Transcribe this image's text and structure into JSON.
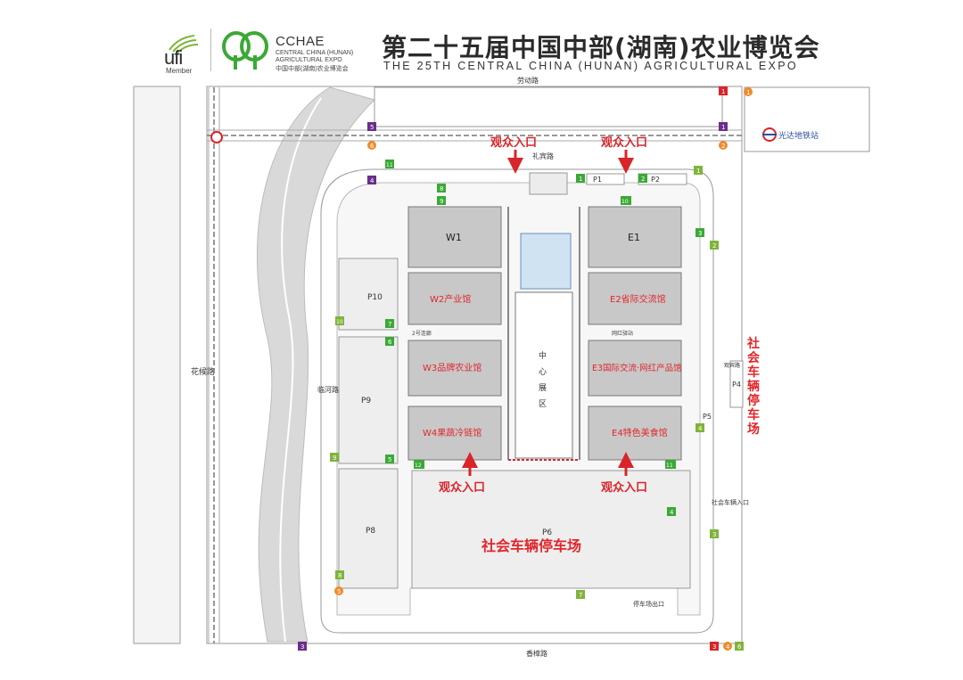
{
  "header": {
    "ufi_logo": "ufi",
    "ufi_member": "Member",
    "organizer_abbr": "CCHAE",
    "organizer_en_line1": "CENTRAL CHINA (HUNAN)",
    "organizer_en_line2": "AGRICULTURAL EXPO",
    "organizer_cn": "中国中部(湖南)农业博览会",
    "title_cn": "第二十五届中国中部(湖南)农业博览会",
    "title_en": "THE 25TH CENTRAL CHINA (HUNAN) AGRICULTURAL EXPO"
  },
  "colors": {
    "road": "#ebebeb",
    "road_border": "#b8b8b8",
    "hall": "#c8c8c8",
    "hall_label_red": "#e2262b",
    "gate_green": "#3aa935",
    "gate_purple": "#6b2d8a",
    "gate_red": "#d9242a",
    "gate_orange": "#ef8a2a",
    "river": "#e0e0e0",
    "parking": "#eeeeee"
  },
  "roads": {
    "laodong": "劳动路",
    "libin": "礼宾路",
    "huahou": "花候路",
    "linhe": "临河路",
    "xiangzhang": "香樟路",
    "guanbin": "观宾路",
    "shehui_entrance": "社会车辆入口",
    "parking_exit": "停车场出口"
  },
  "halls": {
    "w1": "W1",
    "w2": "W2产业馆",
    "w3": "W3品牌农业馆",
    "w4": "W4果蔬冷链馆",
    "e1": "E1",
    "e2": "E2省际交流馆",
    "e3": "E3国际交流·网红产品馆",
    "e4": "E4特色美食馆",
    "center": "中心展区"
  },
  "labels": {
    "visitor_entrance": "观众入口",
    "public_parking": "社会车辆停车场",
    "public_parking_vertical": "社会车辆停车场",
    "metro": "光达地铁站",
    "p6": "P6",
    "p8": "P8",
    "p9": "P9",
    "p10": "P10",
    "p1": "P1",
    "p2": "P2",
    "p4": "P4",
    "p5": "P5",
    "w2_corridor": "2号连廊",
    "e_corridor": "网红驿站"
  },
  "gates": {
    "g1": "1",
    "g2": "2",
    "g3": "3",
    "g4": "4",
    "g5": "5",
    "g6": "6",
    "g7": "7",
    "g8": "8",
    "g9": "9",
    "g10": "10",
    "g11": "11",
    "g12": "12"
  }
}
